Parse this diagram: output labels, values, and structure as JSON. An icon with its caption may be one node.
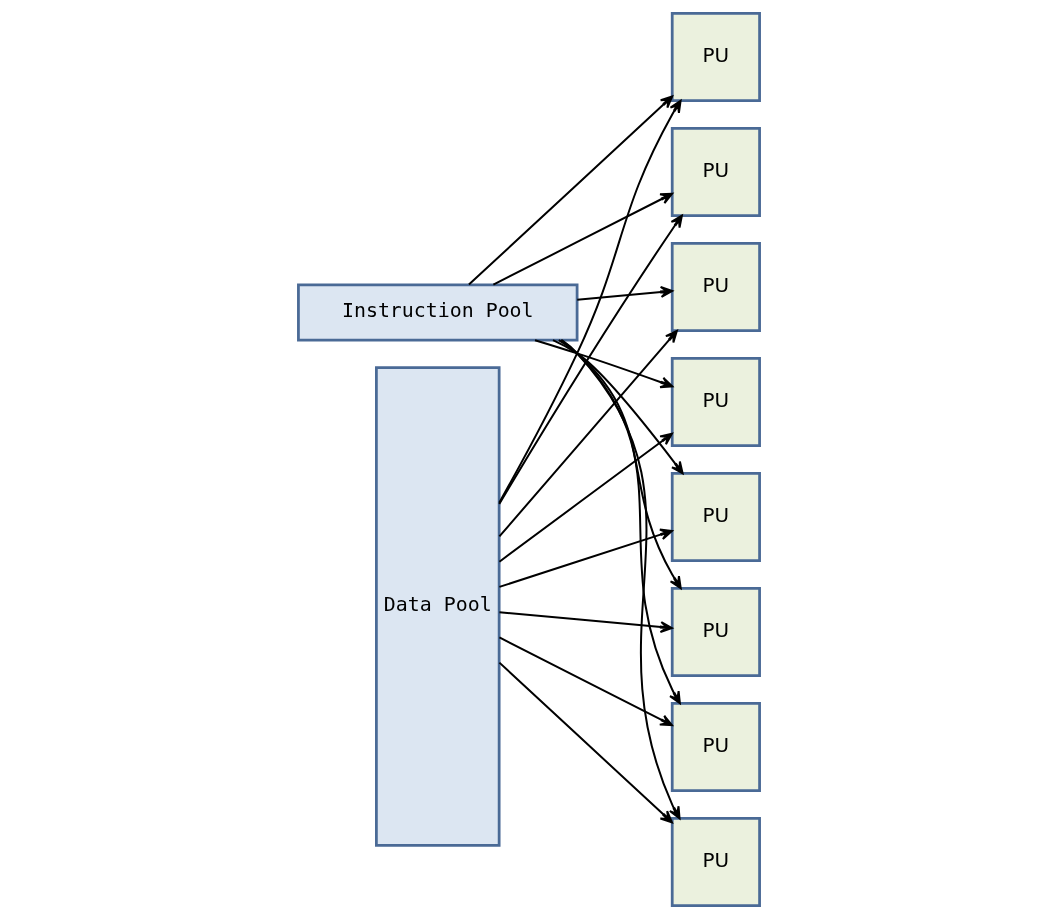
{
  "diagram": {
    "nodes": [
      {
        "text": [
          "Instruction Pool"
        ]
      },
      {
        "text": [
          "Data Pool"
        ]
      },
      {
        "text": [
          "PU"
        ]
      },
      {
        "text": [
          "PU"
        ]
      },
      {
        "text": [
          "PU"
        ]
      },
      {
        "text": [
          "PU"
        ]
      },
      {
        "text": [
          "PU"
        ]
      },
      {
        "text": [
          "PU"
        ]
      },
      {
        "text": [
          "PU"
        ]
      },
      {
        "text": [
          "PU"
        ]
      }
    ],
    "edges": [
      {
        "from": 0,
        "to": 2,
        "arrow": "to"
      },
      {
        "from": 0,
        "to": 3,
        "arrow": "to"
      },
      {
        "from": 0,
        "to": 4,
        "arrow": "to"
      },
      {
        "from": 0,
        "to": 5,
        "arrow": "to"
      },
      {
        "from": 0,
        "to": 6,
        "arrow": "to"
      },
      {
        "from": 0,
        "to": 7,
        "arrow": "to"
      },
      {
        "from": 0,
        "to": 8,
        "arrow": "to"
      },
      {
        "from": 0,
        "to": 9,
        "arrow": "to"
      },
      {
        "from": 1,
        "to": 2,
        "arrow": "to"
      },
      {
        "from": 1,
        "to": 3,
        "arrow": "to"
      },
      {
        "from": 1,
        "to": 4,
        "arrow": "to"
      },
      {
        "from": 1,
        "to": 5,
        "arrow": "to"
      },
      {
        "from": 1,
        "to": 6,
        "arrow": "to"
      },
      {
        "from": 1,
        "to": 7,
        "arrow": "to"
      },
      {
        "from": 1,
        "to": 8,
        "arrow": "to"
      },
      {
        "from": 1,
        "to": 9,
        "arrow": "to"
      }
    ]
  }
}
